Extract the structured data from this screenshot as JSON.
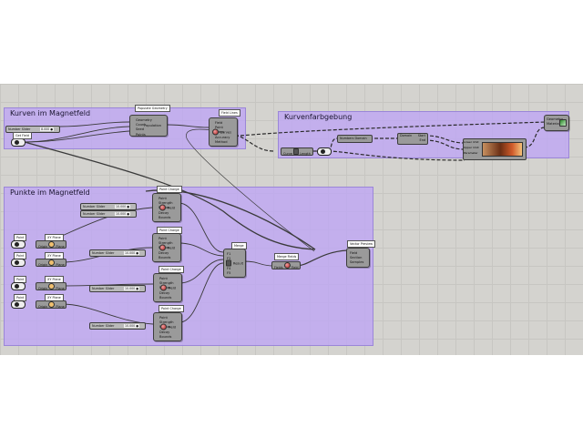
{
  "groups": {
    "kurven": {
      "title": "Kurven im Magnetfeld"
    },
    "punkte": {
      "title": "Punkte im Magnetfeld"
    },
    "farbe": {
      "title": "Kurvenfarbgebung"
    }
  },
  "kurven": {
    "slider": {
      "label": "Number Slider",
      "value": "8.000 ●"
    },
    "tag_field": "Get Field",
    "populate": {
      "tag": "Populate Geometry",
      "ports": [
        "Geometry",
        "Count",
        "Seed",
        "Points"
      ],
      "output": "Population"
    },
    "field_lines": {
      "tag": "Field Lines",
      "ports": [
        "Field",
        "Point",
        "Steps",
        "Accuracy",
        "Method"
      ],
      "output": "Curves"
    }
  },
  "punkte": {
    "sliders": [
      {
        "label": "Number Slider",
        "value": "10.000 ●"
      },
      {
        "label": "Number Slider",
        "value": "10.000 ●"
      },
      {
        "label": "Number Slider",
        "value": "10.000 ●"
      },
      {
        "label": "Number Slider",
        "value": "10.000 ●"
      },
      {
        "label": "Number Slider",
        "value": "10.000 ●"
      }
    ],
    "point_charges": [
      {
        "tag": "Point Charge",
        "ports": [
          "Point",
          "Strength",
          "Radius",
          "Decay",
          "Bounds"
        ],
        "output": "Field"
      },
      {
        "tag": "Point Charge",
        "ports": [
          "Point",
          "Strength",
          "Radius",
          "Decay",
          "Bounds"
        ],
        "output": "Field"
      },
      {
        "tag": "Point Charge",
        "ports": [
          "Point",
          "Strength",
          "Radius",
          "Decay",
          "Bounds"
        ],
        "output": "Field"
      },
      {
        "tag": "Point Charge",
        "ports": [
          "Point",
          "Strength",
          "Radius",
          "Decay",
          "Bounds"
        ],
        "output": "Field"
      }
    ],
    "xy_planes": [
      {
        "tag": "XY Plane",
        "input": "Origin",
        "output": "Plane"
      },
      {
        "tag": "XY Plane",
        "input": "Origin",
        "output": "Plane"
      },
      {
        "tag": "XY Plane",
        "input": "Origin",
        "output": "Plane"
      },
      {
        "tag": "XY Plane",
        "input": "Origin",
        "output": "Plane"
      }
    ],
    "point_tags": [
      "Point",
      "Point",
      "Point",
      "Point"
    ],
    "merge": {
      "tag": "Merge",
      "ports": [
        "F1",
        "F2",
        "F3",
        "F4",
        "F5"
      ],
      "output": "Result"
    },
    "merge_fields": {
      "tag": "Merge Fields",
      "input": "Fields",
      "output": "Field"
    },
    "vector_preview": {
      "tag": "Vector Preview",
      "ports": [
        "Field",
        "Section",
        "Samples"
      ]
    }
  },
  "farbe": {
    "curve_length": {
      "input": "Curve",
      "output": "Length"
    },
    "bounds": {
      "ports": [
        "Numbers",
        "Domain"
      ]
    },
    "deconstruct": {
      "input": "Domain",
      "outputs": [
        "Start",
        "End"
      ]
    },
    "gradient": {
      "ports": [
        "Lower limit",
        "Upper limit",
        "Parameter"
      ]
    },
    "preview": {
      "ports": [
        "Geometry",
        "Material"
      ]
    }
  },
  "colors": {
    "group": "#bea5f5",
    "component": "#9a9a9a",
    "wire": "#3a3a3a"
  },
  "icons": [
    "toggle-icon",
    "point-charge-icon",
    "magnet-icon",
    "swatch-icon"
  ]
}
